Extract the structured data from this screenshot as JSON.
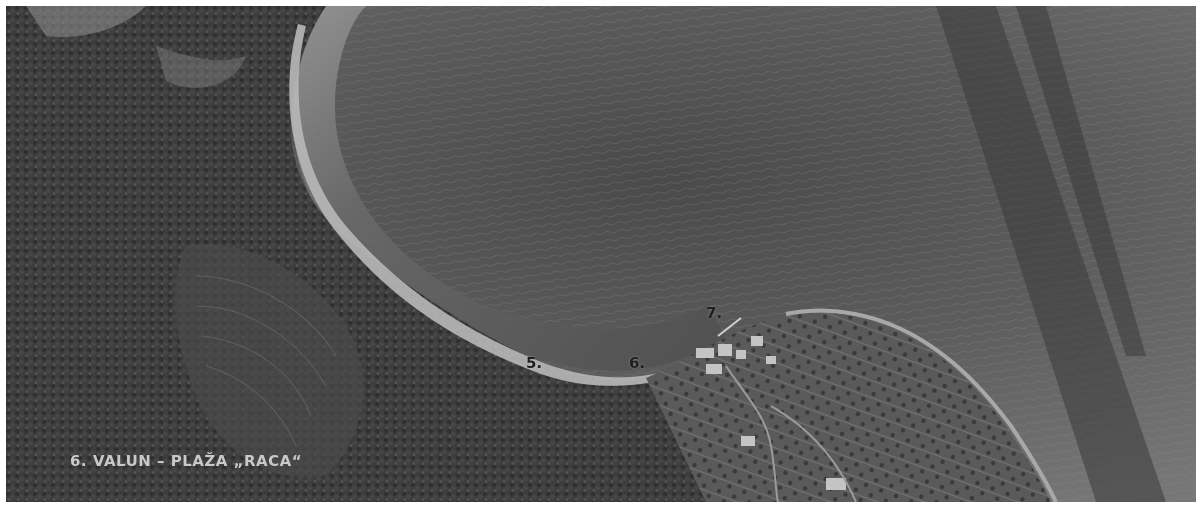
{
  "map": {
    "caption": "6. VALUN – PLAŽA „RACA“",
    "markers": {
      "m5": "5.",
      "m6": "6.",
      "m7": "7."
    },
    "colors": {
      "sea_light": "#8e8e8e",
      "sea_dark": "#3e3e3e",
      "shore": "#b5b5b5",
      "forest": "#3b3b3b",
      "caption": "#c9c9c9",
      "marker": "#1f1f1f"
    }
  }
}
